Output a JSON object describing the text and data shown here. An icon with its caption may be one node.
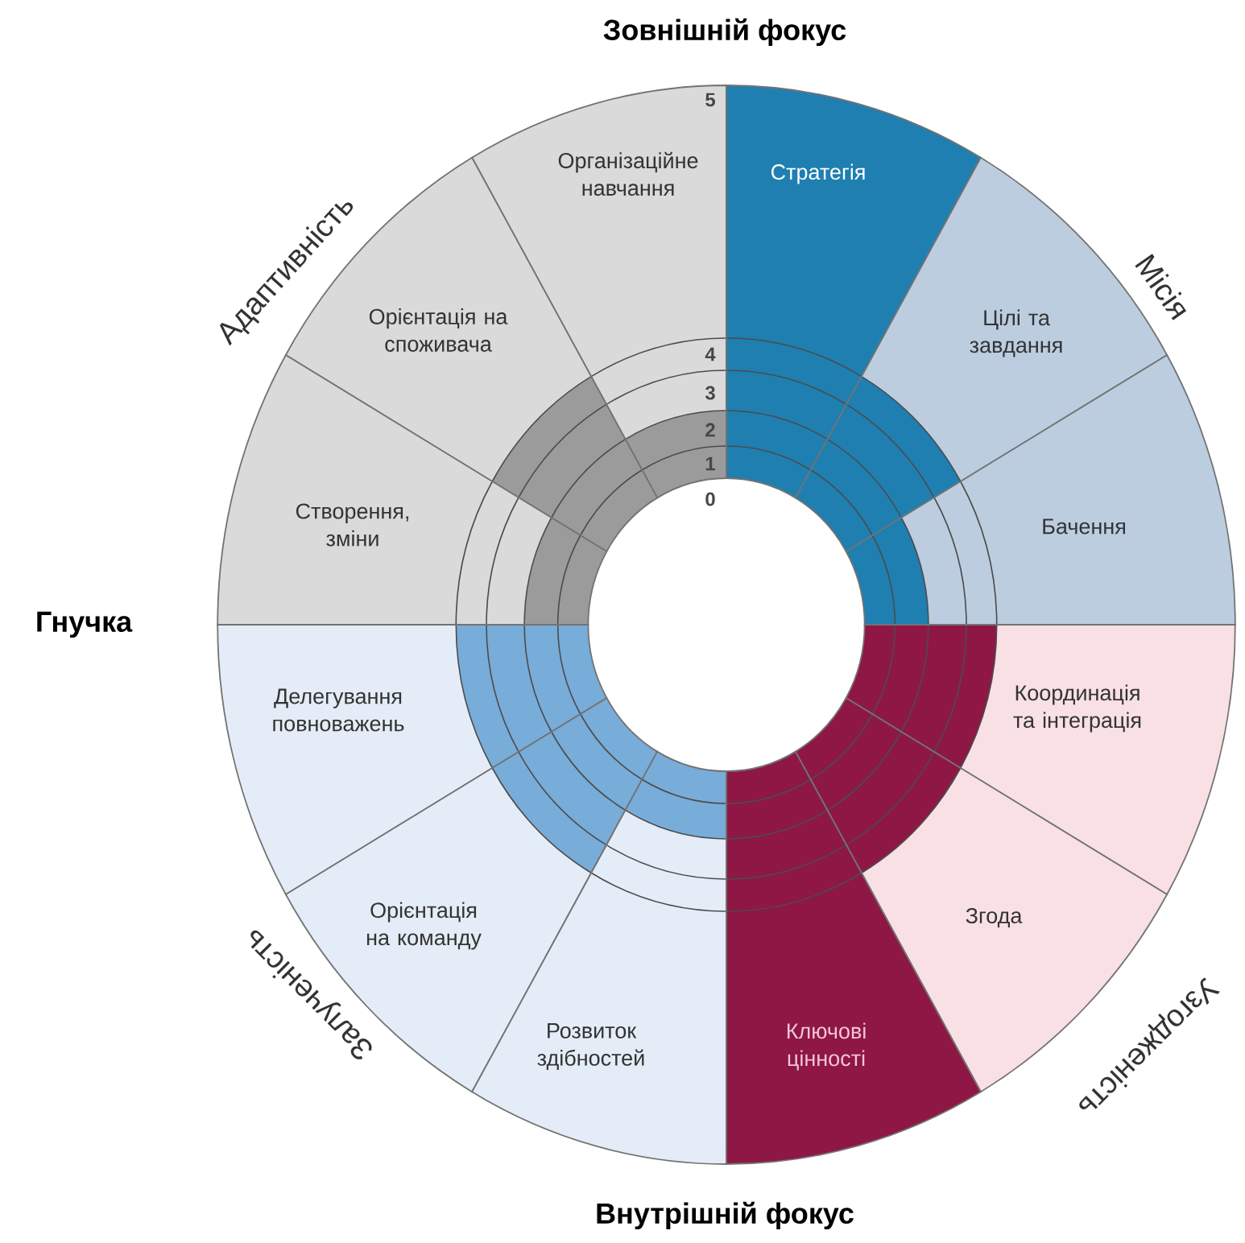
{
  "diagram": {
    "nodes": [
      {
        "text": [
          "Організаційне навчання"
        ]
      },
      {
        "text": [
          "Стратегія"
        ]
      },
      {
        "text": [
          "Орієнтація на споживача"
        ]
      },
      {
        "text": [
          "Цілі та завдання"
        ]
      },
      {
        "text": [
          "Створення, зміни"
        ]
      },
      {
        "text": [
          "Бачення"
        ]
      },
      {
        "text": [
          "Делегування повноважень"
        ]
      },
      {
        "text": [
          "Координація та інтеграція"
        ]
      },
      {
        "text": [
          "Орієнтація на команду"
        ]
      },
      {
        "text": [
          "Згода"
        ]
      },
      {
        "text": [
          "Розвиток здібностей"
        ]
      },
      {
        "text": [
          "Ключові цінності"
        ]
      }
    ],
    "labels": [
      "Зовнішній фокус",
      "Адаптивність",
      "Місія",
      "5",
      "4",
      "3",
      "2",
      "1",
      "0",
      "Гнучка",
      "Залученість",
      "Узгодженість",
      "Внутрішній фокус"
    ]
  }
}
